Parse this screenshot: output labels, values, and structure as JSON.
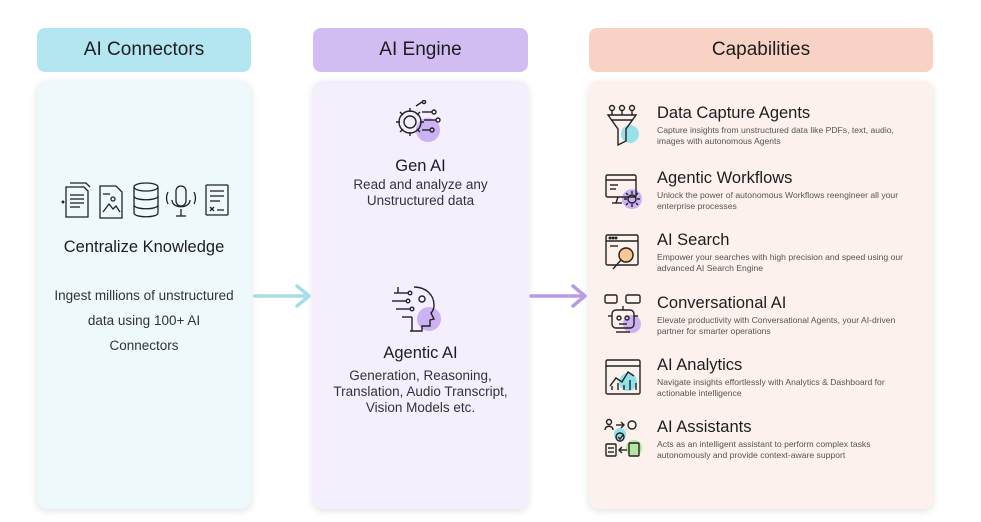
{
  "headers": {
    "connectors": "AI Connectors",
    "engine": "AI Engine",
    "capabilities": "Capabilities"
  },
  "connectors": {
    "title": "Centralize Knowledge",
    "description": "Ingest millions of unstructured data using 100+ AI Connectors",
    "icons": [
      "document-icon",
      "image-file-icon",
      "database-icon",
      "microphone-icon",
      "form-icon"
    ]
  },
  "engine": {
    "items": [
      {
        "title": "Gen AI",
        "description": "Read and analyze any Unstructured data",
        "icon": "gear-circuit-icon"
      },
      {
        "title": "Agentic AI",
        "description": "Generation, Reasoning, Translation, Audio Transcript, Vision Models etc.",
        "icon": "ai-head-icon"
      }
    ]
  },
  "capabilities": {
    "items": [
      {
        "title": "Data Capture Agents",
        "description": "Capture insights from unstructured data like PDFs, text, audio, images with autonomous Agents",
        "icon": "funnel-icon"
      },
      {
        "title": "Agentic Workflows",
        "description": "Unlock the power of autonomous Workflows reengineer all your enterprise processes",
        "icon": "workflow-gear-icon"
      },
      {
        "title": "AI Search",
        "description": "Empower your searches with high precision and speed using our advanced AI Search Engine",
        "icon": "search-window-icon"
      },
      {
        "title": "Conversational AI",
        "description": "Elevate productivity with Conversational Agents, your AI-driven partner for smarter operations",
        "icon": "robot-chat-icon"
      },
      {
        "title": "AI Analytics",
        "description": "Navigate insights effortlessly with Analytics & Dashboard for actionable intelligence",
        "icon": "analytics-chart-icon"
      },
      {
        "title": "AI Assistants",
        "description": "Acts as an intelligent assistant to perform complex tasks autonomously and provide context-aware support",
        "icon": "assistant-tasks-icon"
      }
    ]
  },
  "colors": {
    "connectors_header": "#b3e6f0",
    "connectors_panel": "#eef9fc",
    "engine_header": "#d2bdf2",
    "engine_panel": "#f5effd",
    "capabilities_header": "#f8d2c4",
    "capabilities_panel": "#fcf1ec",
    "arrow_blue": "#a7dde9",
    "arrow_purple": "#b99ae6",
    "accent_teal": "#7fdde9",
    "accent_purple": "#c4a6f3",
    "accent_green": "#aee59a",
    "accent_orange": "#f6c28b"
  }
}
